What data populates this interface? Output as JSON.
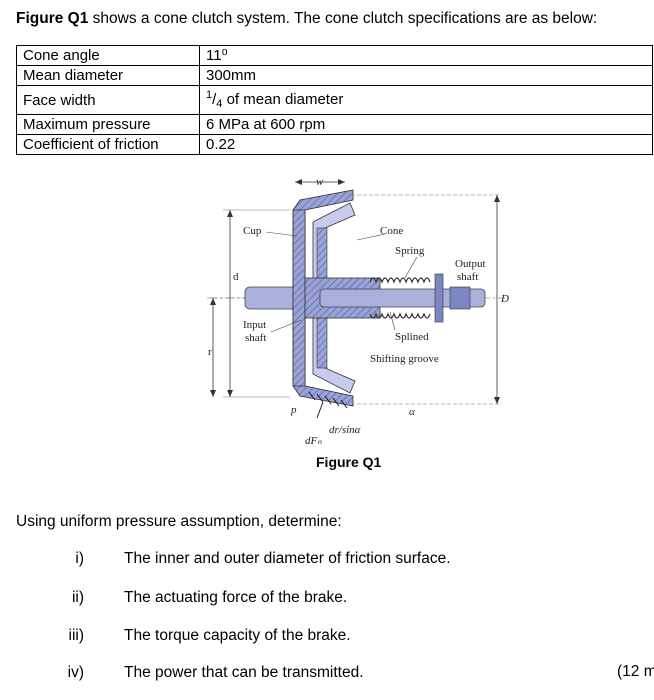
{
  "intro": {
    "fig_ref": "Figure Q1",
    "text": " shows a cone clutch system. The cone clutch specifications are as below:"
  },
  "specs": [
    {
      "label": "Cone angle",
      "value": "11⁰"
    },
    {
      "label": "Mean diameter",
      "value": "300mm"
    },
    {
      "label": "Face width",
      "value_num": "1",
      "value_den": "4",
      "value_rest": " of mean diameter"
    },
    {
      "label": "Maximum pressure",
      "value": "6 MPa at 600 rpm"
    },
    {
      "label": "Coefficient of friction",
      "value": "0.22"
    }
  ],
  "figure": {
    "labels": {
      "w": "w",
      "cup": "Cup",
      "cone": "Cone",
      "spring": "Spring",
      "output_shaft_1": "Output",
      "output_shaft_2": "shaft",
      "d": "d",
      "D": "D",
      "input_shaft_1": "Input",
      "input_shaft_2": "shaft",
      "r": "r",
      "splined": "Splined",
      "shifting_groove": "Shifting groove",
      "p": "p",
      "alpha": "α",
      "dr": "dr/sinα",
      "dFn": "dFₙ"
    },
    "caption": "Figure Q1"
  },
  "lead": "Using uniform pressure assumption, determine:",
  "questions": [
    {
      "num": "i)",
      "text": "The inner and outer diameter of friction surface."
    },
    {
      "num": "ii)",
      "text": "The actuating force of the brake."
    },
    {
      "num": "iii)",
      "text": "The torque capacity of the brake."
    },
    {
      "num": "iv)",
      "text": "The power that can be transmitted."
    }
  ],
  "marks": "(12 m"
}
